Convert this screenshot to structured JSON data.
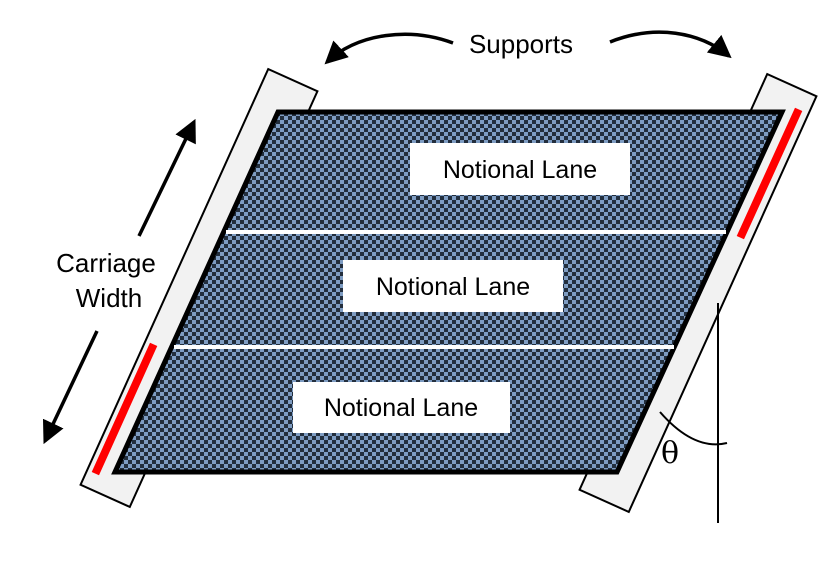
{
  "diagram": {
    "supports_label": "Supports",
    "carriage_width": {
      "line1": "Carriage",
      "line2": "Width"
    },
    "lanes": [
      {
        "label": "Notional Lane"
      },
      {
        "label": "Notional Lane"
      },
      {
        "label": "Notional Lane"
      }
    ],
    "skew_angle_symbol": "θ",
    "colors": {
      "deck_light": "#7E9CC2",
      "deck_dark": "#222E3D",
      "support_fill": "#F2F2F2",
      "support_stroke": "#000000",
      "bearing_red": "#FF0000",
      "deck_outline": "#000000",
      "lane_divider": "#FFFFFF",
      "annotation": "#000000"
    }
  }
}
